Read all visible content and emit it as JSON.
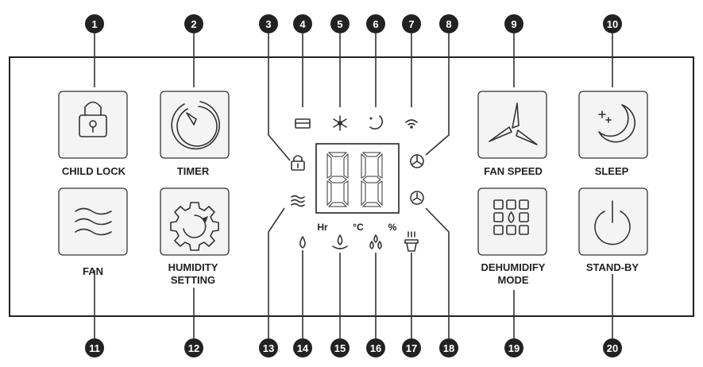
{
  "buttons": {
    "child_lock": "CHILD LOCK",
    "timer": "TIMER",
    "fan_speed": "FAN SPEED",
    "sleep": "SLEEP",
    "fan": "FAN",
    "humidity_line1": "HUMIDITY",
    "humidity_line2": "SETTING",
    "dehumidify_line1": "DEHUMIDIFY",
    "dehumidify_line2": "MODE",
    "standby": "STAND-BY"
  },
  "units": {
    "hours": "Hr",
    "celsius": "°C",
    "percent": "%"
  },
  "callouts": [
    "1",
    "2",
    "3",
    "4",
    "5",
    "6",
    "7",
    "8",
    "9",
    "10",
    "11",
    "12",
    "13",
    "14",
    "15",
    "16",
    "17",
    "18",
    "19",
    "20"
  ],
  "colors": {
    "ink": "#222222",
    "panel": "#ffffff",
    "button": "#f4f4f4"
  }
}
